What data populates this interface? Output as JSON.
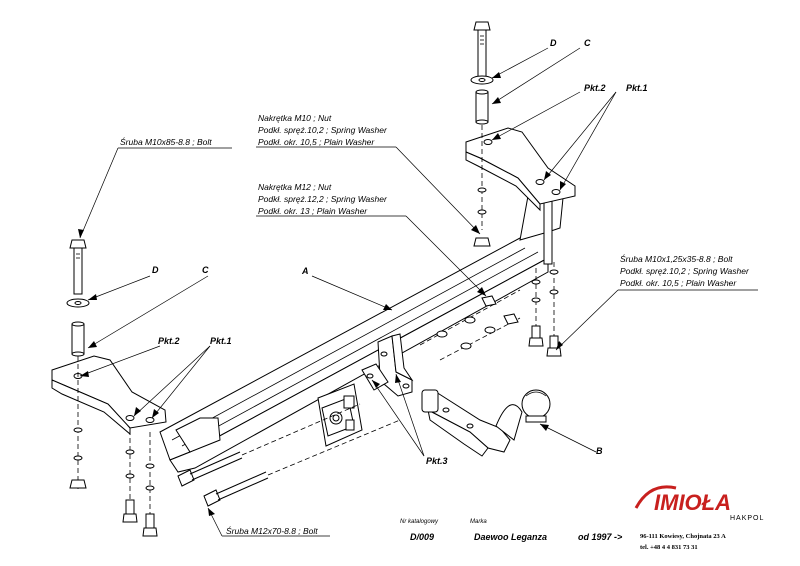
{
  "labels": {
    "bolt_left": "Śruba M10x85-8.8 ;  Bolt",
    "nut_m10": "Nakrętka  M10 ; Nut",
    "spring_m10": "Podkł. spręż.10,2 ; Spring Washer",
    "plain_m10": "Podkł. okr. 10,5 ; Plain Washer",
    "nut_m12": "Nakrętka  M12 ; Nut",
    "spring_m12": "Podkł. spręż.12,2 ; Spring Washer",
    "plain_m12": "Podkł. okr. 13 ; Plain Washer",
    "bolt_right": "Śruba M10x1,25x35-8.8 ;  Bolt",
    "spring_right": "Podkł. spręż.10,2 ; Spring Washer",
    "plain_right": "Podkł. okr. 10,5 ; Plain Washer",
    "bolt_bottom": "Śruba M12x70-8.8 ;  Bolt",
    "part_a": "A",
    "part_b": "B",
    "part_c_top": "C",
    "part_d_top": "D",
    "part_c_left": "C",
    "part_d_left": "D",
    "pkt1_top": "Pkt.1",
    "pkt2_top": "Pkt.2",
    "pkt1_left": "Pkt.1",
    "pkt2_left": "Pkt.2",
    "pkt3": "Pkt.3"
  },
  "title_block": {
    "catalog_label": "Nr katalogowy",
    "make_label": "Marka",
    "catalog_number": "D/009",
    "model": "Daewoo Leganza",
    "year": "od 1997 ->"
  },
  "company": {
    "logo": "IMIOŁA",
    "sub": "HAKPOL",
    "address": "96-111 Kowiesy, Chojnata 23 A",
    "phone": "tel. +48 4 4 831 73 31"
  }
}
